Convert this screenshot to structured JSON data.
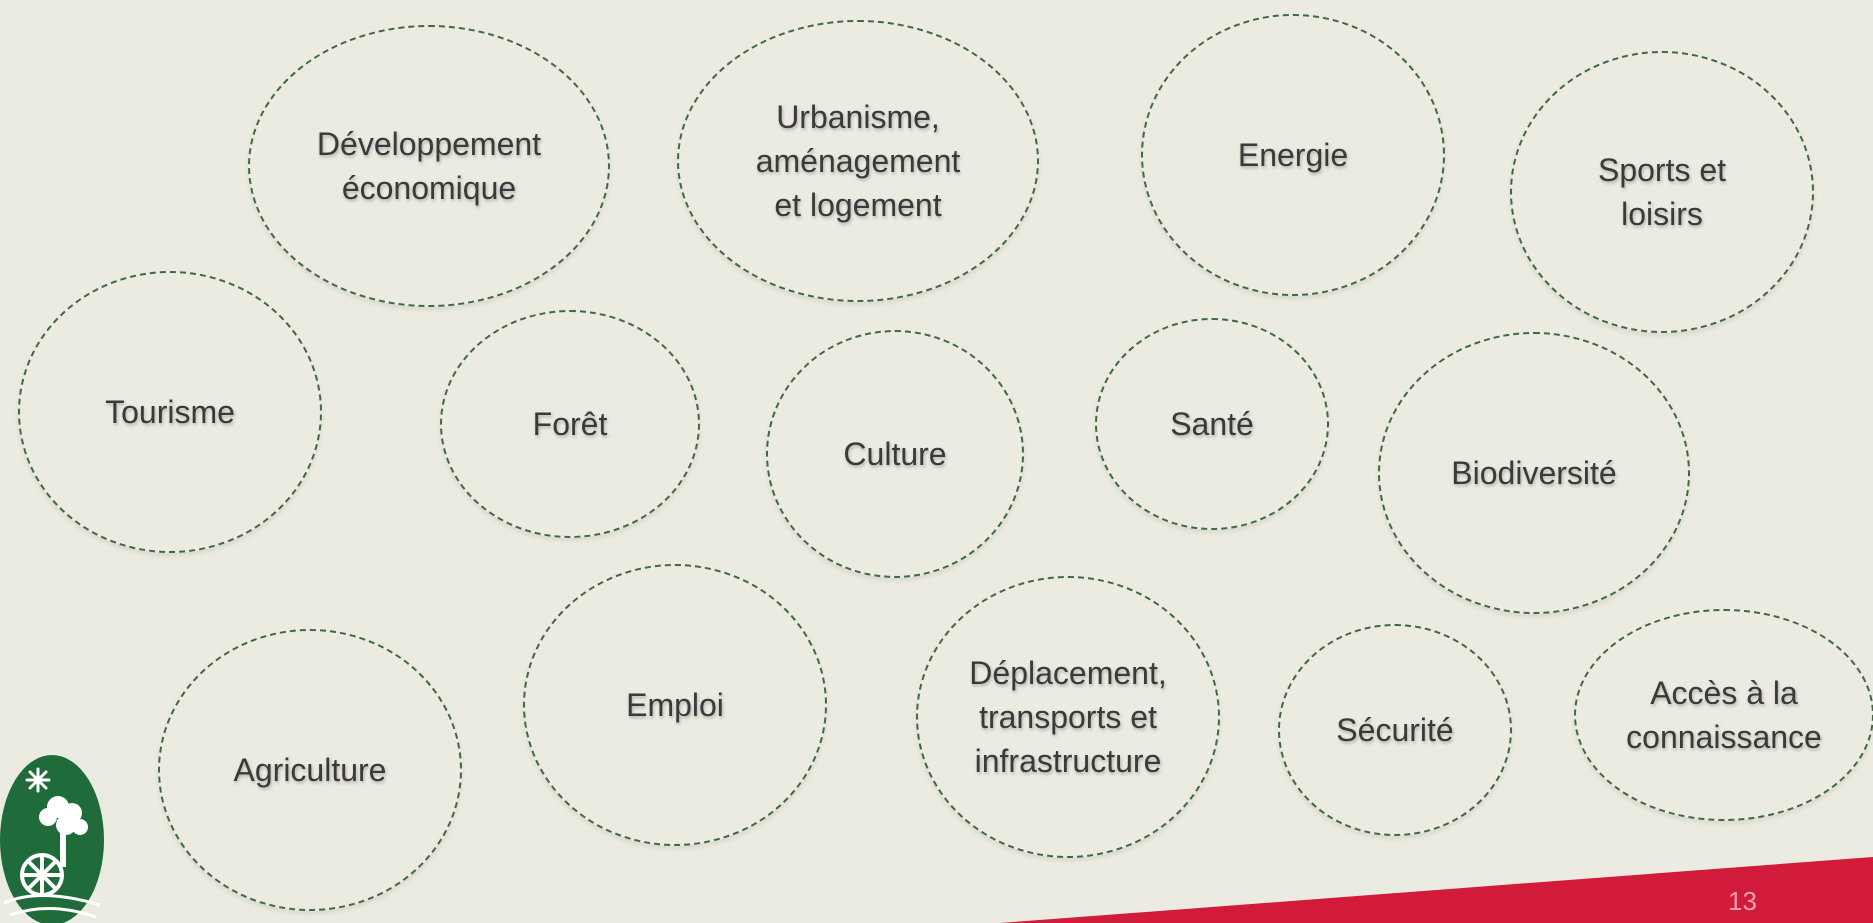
{
  "slide": {
    "topics": [
      "Développement\néconomique",
      "Urbanisme,\naménagement\net logement",
      "Energie",
      "Sports et\nloisirs",
      "Tourisme",
      "Forêt",
      "Culture",
      "Santé",
      "Biodiversité",
      "Agriculture",
      "Emploi",
      "Déplacement,\ntransports et\ninfrastructure",
      "Sécurité",
      "Accès à la\nconnaissance"
    ],
    "page_number": "13"
  },
  "colors": {
    "background": "#ecebe1",
    "bubble_border": "#3f6b3c",
    "band": "#d21a3a",
    "logo": "#1f6b3a"
  },
  "icons": [
    "logo-emblem-icon"
  ]
}
